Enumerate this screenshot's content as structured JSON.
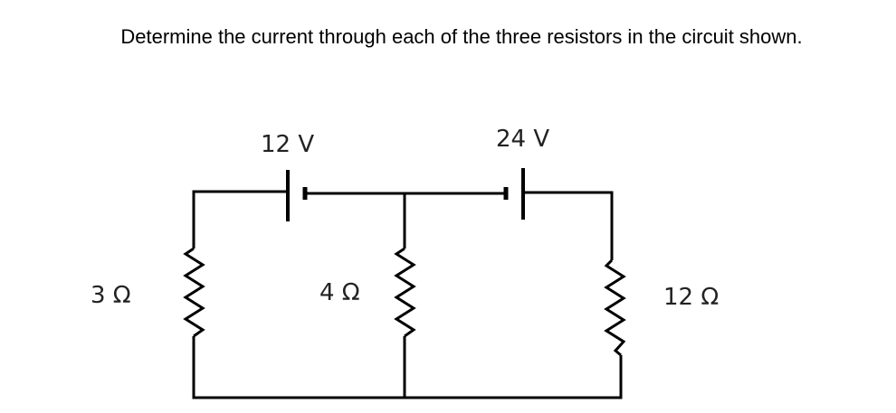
{
  "question": "Determine the current through each of the three resistors in the circuit shown.",
  "circuit": {
    "batteries": [
      {
        "id": "battery-left",
        "label": "12 V"
      },
      {
        "id": "battery-right",
        "label": "24 V"
      }
    ],
    "resistors": [
      {
        "id": "resistor-left",
        "label": "3 Ω"
      },
      {
        "id": "resistor-middle",
        "label": "4 Ω"
      },
      {
        "id": "resistor-right",
        "label": "12 Ω"
      }
    ]
  }
}
